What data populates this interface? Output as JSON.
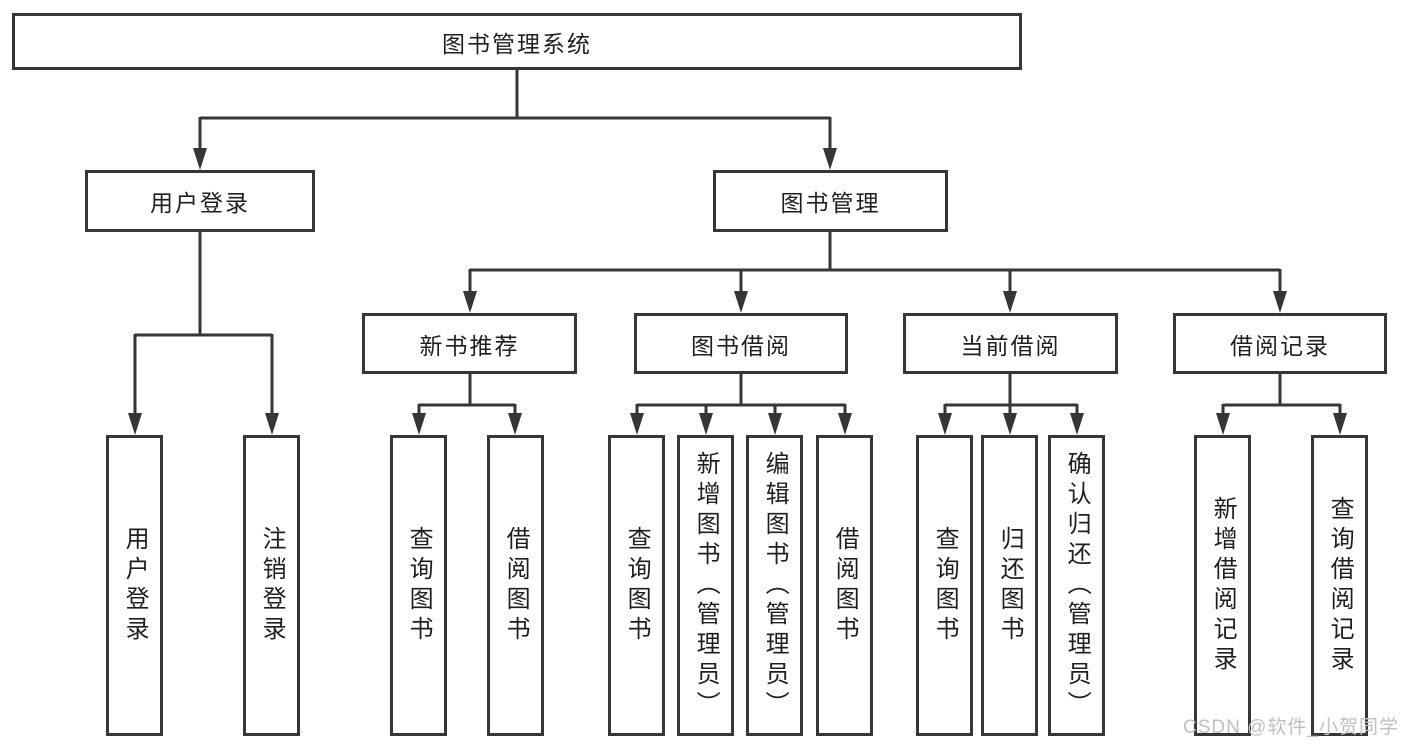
{
  "colors": {
    "line": "#363636",
    "box_border": "#363636",
    "text": "#1f1f1f",
    "watermark": "#bfc0c4",
    "background": "#ffffff"
  },
  "watermark": {
    "text": "CSDN @软件_小贺同学"
  },
  "tree": {
    "label": "图书管理系统",
    "children": [
      {
        "label": "用户登录",
        "children": [
          {
            "label": "用户登录"
          },
          {
            "label": "注销登录"
          }
        ]
      },
      {
        "label": "图书管理",
        "children": [
          {
            "label": "新书推荐",
            "children": [
              {
                "label": "查询图书"
              },
              {
                "label": "借阅图书"
              }
            ]
          },
          {
            "label": "图书借阅",
            "children": [
              {
                "label": "查询图书"
              },
              {
                "label": "新增图书（管理员）"
              },
              {
                "label": "编辑图书（管理员）"
              },
              {
                "label": "借阅图书"
              }
            ]
          },
          {
            "label": "当前借阅",
            "children": [
              {
                "label": "查询图书"
              },
              {
                "label": "归还图书"
              },
              {
                "label": "确认归还（管理员）"
              }
            ]
          },
          {
            "label": "借阅记录",
            "children": [
              {
                "label": "新增借阅记录"
              },
              {
                "label": "查询借阅记录"
              }
            ]
          }
        ]
      }
    ]
  }
}
